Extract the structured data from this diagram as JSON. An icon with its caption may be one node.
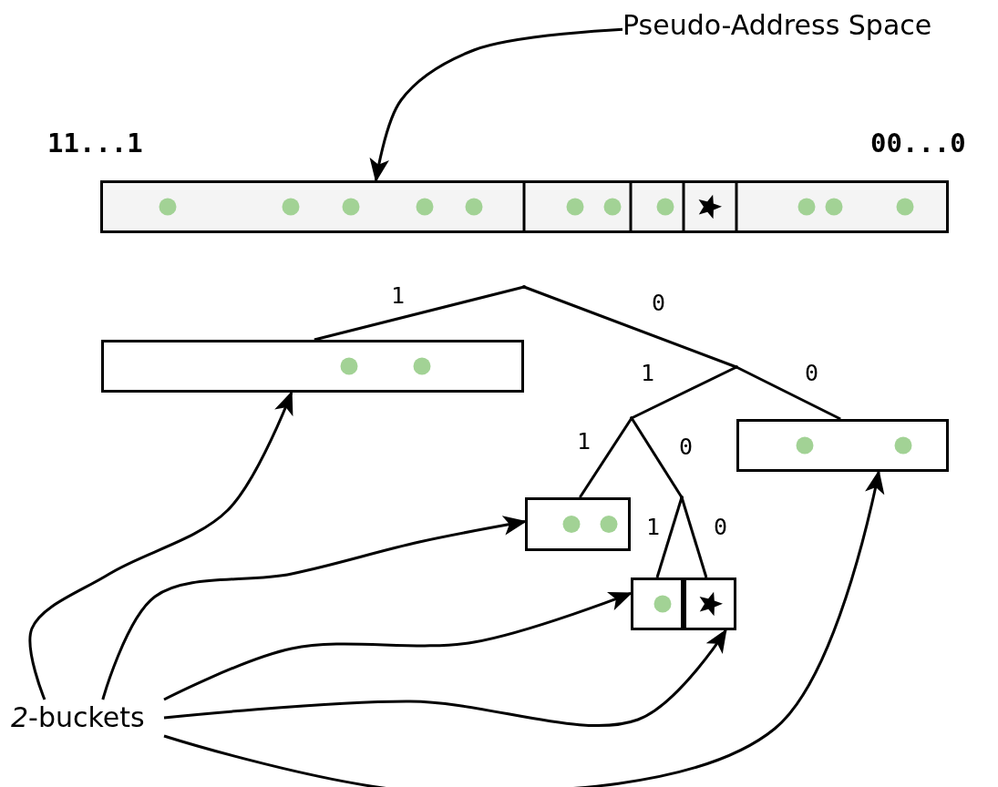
{
  "diagram": {
    "nodes": [
      {
        "text": [
          "Pseudo-Address Space"
        ]
      },
      {
        "text": [],
        "shape": "bar"
      },
      {
        "text": [],
        "shape": "point"
      },
      {
        "text": [],
        "shape": "box"
      },
      {
        "text": [],
        "shape": "point"
      },
      {
        "text": [],
        "shape": "point"
      },
      {
        "text": [],
        "shape": "box"
      },
      {
        "text": [],
        "shape": "box"
      },
      {
        "text": [],
        "shape": "point"
      },
      {
        "text": [],
        "shape": "box"
      },
      {
        "text": [],
        "shape": "box"
      },
      {
        "text": [
          "*2*-buckets"
        ]
      }
    ],
    "edges": [
      {
        "from": 0,
        "to": 1,
        "arrow": "to"
      },
      {
        "from": 2,
        "to": 3,
        "arrow": "none",
        "label": "1"
      },
      {
        "from": 2,
        "to": 4,
        "arrow": "none",
        "label": "0"
      },
      {
        "from": 4,
        "to": 5,
        "arrow": "none",
        "label": "1"
      },
      {
        "from": 4,
        "to": 6,
        "arrow": "none",
        "label": "0"
      },
      {
        "from": 5,
        "to": 7,
        "arrow": "none",
        "label": "1"
      },
      {
        "from": 5,
        "to": 8,
        "arrow": "none",
        "label": "0"
      },
      {
        "from": 8,
        "to": 9,
        "arrow": "none",
        "label": "1"
      },
      {
        "from": 8,
        "to": 10,
        "arrow": "none",
        "label": "0"
      },
      {
        "from": 11,
        "to": 3,
        "arrow": "to"
      },
      {
        "from": 11,
        "to": 7,
        "arrow": "to"
      },
      {
        "from": 11,
        "to": 9,
        "arrow": "to"
      },
      {
        "from": 11,
        "to": 10,
        "arrow": "to"
      },
      {
        "from": 11,
        "to": 6,
        "arrow": "to"
      }
    ],
    "labels": [
      "11...1",
      "00...0"
    ]
  }
}
